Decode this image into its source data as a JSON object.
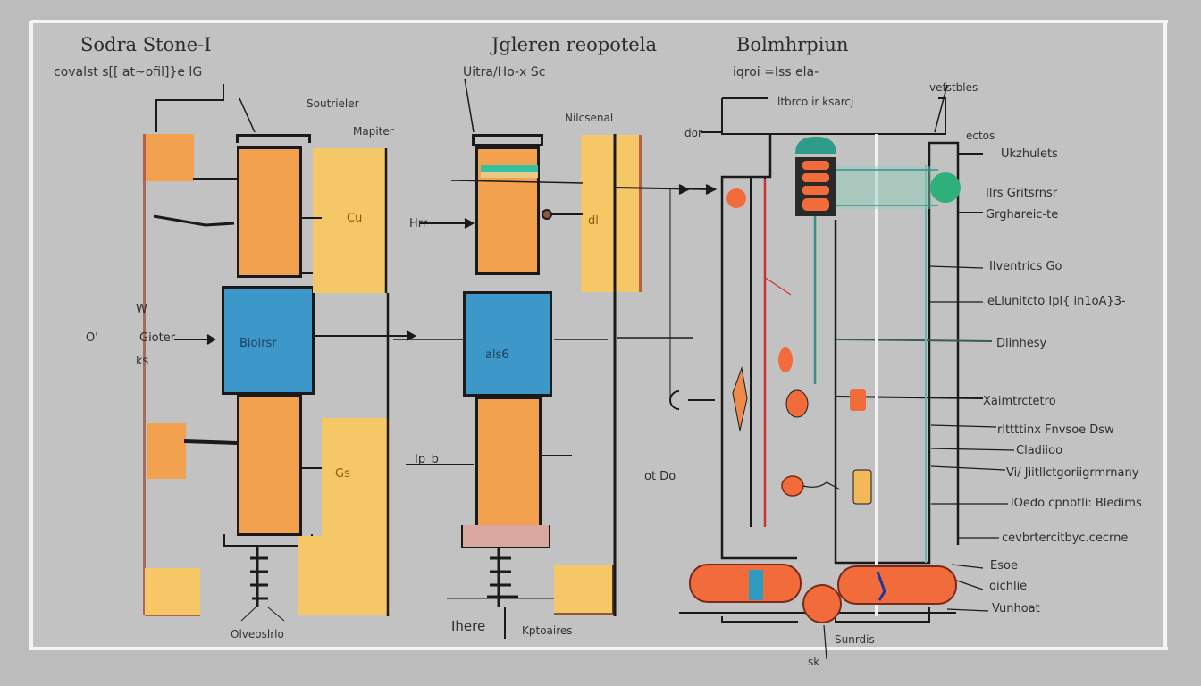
{
  "diagram": {
    "colors": {
      "background": "#bdbcbc",
      "panel": "#c3c2c2",
      "orange": "#f2a24f",
      "yellow": "#f5c766",
      "blue": "#3d97c9",
      "teal": "#2e9c8a",
      "green": "#2fb07a",
      "red_orange": "#f26b3a",
      "ink": "#1a1a1a",
      "red_line": "#c9342b"
    },
    "sections": [
      {
        "title": "Sodra Stone-I",
        "subtitle": "covalst s[[ at~ofil]}e lG",
        "labels": {
          "top_right": "Soutrieler",
          "top_right_2": "Mapiter",
          "side_left": "Gioter",
          "side_left_prefix": "O'",
          "side_left_top": "W",
          "side_left_bottom": "ks",
          "center_box": "Bioirsr",
          "yellow_top": "Cu",
          "yellow_bottom": "Gs",
          "bottom": "Olveoslrlo"
        }
      },
      {
        "title": "Jgleren reopotela",
        "subtitle": "Uitra/Ho-x Sc",
        "labels": {
          "top_right": "Nilcsenal",
          "center_box": "als6",
          "yellow_mark": "dl",
          "left_arrow": "Hrr",
          "left_lower": "Ip_b",
          "right_lower": "ot Do",
          "bottom_left": "Ihere",
          "bottom_right": "Kptoaires"
        }
      },
      {
        "title": "Bolmhrpiun",
        "subtitle": "iqroi =Iss ela-",
        "labels": {
          "top_left": "dor",
          "top_box": "ltbrco ir ksarcj",
          "top_right": "vefstbles",
          "right_top": "ectos",
          "bottom_center": "Sunrdis",
          "below_frame": "sk"
        },
        "callouts": [
          "Ukzhulets",
          "Ilrs Gritsrnsr",
          "Grghareic-te",
          "Ilventrics Go",
          "eLlunitcto Ipl{ in1oA}3-",
          "Dlinhesy",
          "Xaimtrctetro",
          "rlttttinx Fnvsoe Dsw",
          "Cladiioo",
          "Vi/ Jiitllctgoriigrmrnany",
          "lOedo cpnbtli: Bledims",
          "cevbrtercitbyc.cecrne",
          "Esoe",
          "oichlie",
          "Vunhoat"
        ]
      }
    ]
  }
}
